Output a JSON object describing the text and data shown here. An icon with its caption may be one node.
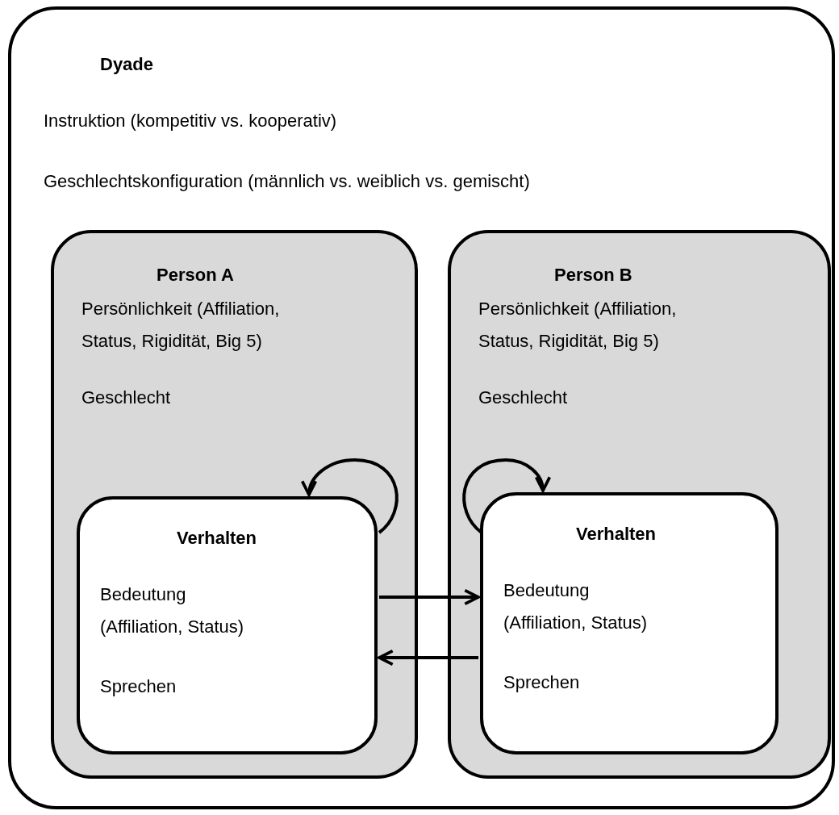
{
  "diagram": {
    "nodes": [
      {
        "text": [
          "Dyade",
          "Instruktion (kompetitiv vs. kooperativ)",
          "Geschlechtskonfiguration (männlich vs. weiblich vs. gemischt)"
        ]
      },
      {
        "text": [
          "Person A",
          "Persönlichkeit (Affiliation, Status, Rigidität, Big 5)",
          "Geschlecht"
        ],
        "in": 0
      },
      {
        "text": [
          "Verhalten",
          "Bedeutung (Affiliation, Status)",
          "Sprechen"
        ],
        "in": 1
      },
      {
        "text": [
          "Person B",
          "Persönlichkeit (Affiliation, Status, Rigidität, Big 5)",
          "Geschlecht"
        ],
        "in": 0
      },
      {
        "text": [
          "Verhalten",
          "Bedeutung (Affiliation, Status)",
          "Sprechen"
        ],
        "in": 3
      }
    ],
    "edges": [
      {
        "from": 2,
        "to": 2,
        "arrow": "to"
      },
      {
        "from": 2,
        "to": 4,
        "arrow": "to"
      },
      {
        "from": 4,
        "to": 2,
        "arrow": "to"
      },
      {
        "from": 4,
        "to": 4,
        "arrow": "to"
      }
    ]
  }
}
